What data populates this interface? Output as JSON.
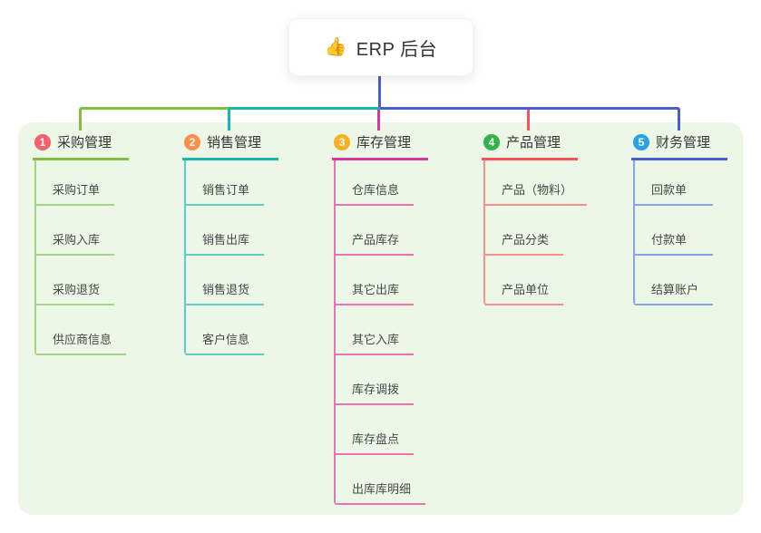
{
  "root": {
    "icon": "👍",
    "title": "ERP 后台"
  },
  "colors": {
    "panel_bg": "#edf7e8",
    "root_drop": "#4a5ed3",
    "bus_green": "#85bd3f",
    "bus_teal": "#14b8ae",
    "bus_blue": "#4a5ed3",
    "drop_magenta": "#d63a9e",
    "drop_red": "#f8525a"
  },
  "branches": [
    {
      "num": "1",
      "label": "采购管理",
      "badge_color": "#f4606e",
      "line_color": "#85bd3f",
      "child_line_color": "#a6d385",
      "children": [
        "采购订单",
        "采购入库",
        "采购退货",
        "供应商信息"
      ]
    },
    {
      "num": "2",
      "label": "销售管理",
      "badge_color": "#fd8f4b",
      "line_color": "#14b8ae",
      "child_line_color": "#5fcdc4",
      "children": [
        "销售订单",
        "销售出库",
        "销售退货",
        "客户信息"
      ]
    },
    {
      "num": "3",
      "label": "库存管理",
      "badge_color": "#fbaf22",
      "line_color": "#d63a9e",
      "child_line_color": "#ee72b4",
      "children": [
        "仓库信息",
        "产品库存",
        "其它出库",
        "其它入库",
        "库存调拨",
        "库存盘点",
        "出库库明细"
      ]
    },
    {
      "num": "4",
      "label": "产品管理",
      "badge_color": "#33b34a",
      "line_color": "#f8525a",
      "child_line_color": "#fa8d90",
      "children": [
        "产品（物料）",
        "产品分类",
        "产品单位"
      ]
    },
    {
      "num": "5",
      "label": "财务管理",
      "badge_color": "#29a3e2",
      "line_color": "#4a5ed3",
      "child_line_color": "#8aa2e6",
      "children": [
        "回款单",
        "付款单",
        "结算账户"
      ]
    }
  ]
}
